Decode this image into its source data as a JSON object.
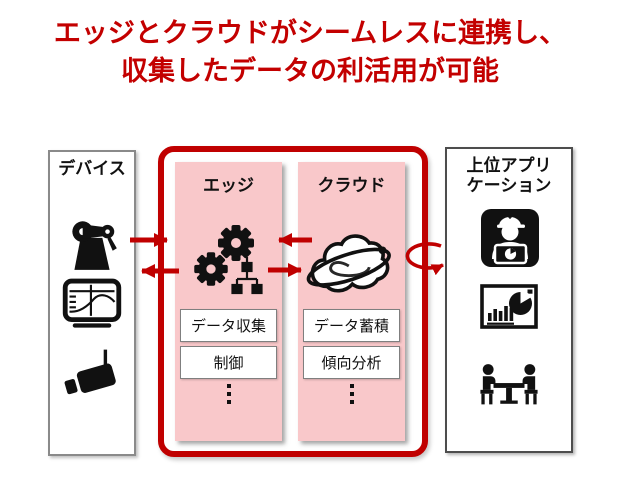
{
  "title": {
    "line1": "エッジとクラウドがシームレスに連携し、",
    "line2": "収集したデータの利活用が可能"
  },
  "colors": {
    "accent_red": "#c00000",
    "pink_fill": "#f9c8ca",
    "device_border_gray": "#8a8a8a",
    "app_border_gray": "#4d4d4d",
    "label_border_gray": "#7f7f7f",
    "icon_black": "#111111"
  },
  "device_panel": {
    "title": "デバイス",
    "icons": [
      "robot-arm-icon",
      "monitor-chart-icon",
      "security-camera-icon"
    ]
  },
  "pipeline": {
    "edge_panel": {
      "title": "エッジ",
      "icon": "gears-network-icon",
      "labels": [
        "データ収集",
        "制御"
      ],
      "ellipsis_symbol": "⋮"
    },
    "cloud_panel": {
      "title": "クラウド",
      "icon": "cloud-orbit-icon",
      "labels": [
        "データ蓄積",
        "傾向分析"
      ],
      "ellipsis_symbol": "⋮"
    }
  },
  "app_panel": {
    "title_line1": "上位アプリ",
    "title_line2": "ケーション",
    "icons": [
      "operator-tablet-icon",
      "dashboard-charts-icon",
      "meeting-icon"
    ]
  },
  "arrows": {
    "device_to_edge": "right",
    "edge_to_device": "left",
    "cloud_to_edge": "left",
    "edge_to_cloud": "right",
    "cloud_to_app_loop": "loop-right"
  }
}
